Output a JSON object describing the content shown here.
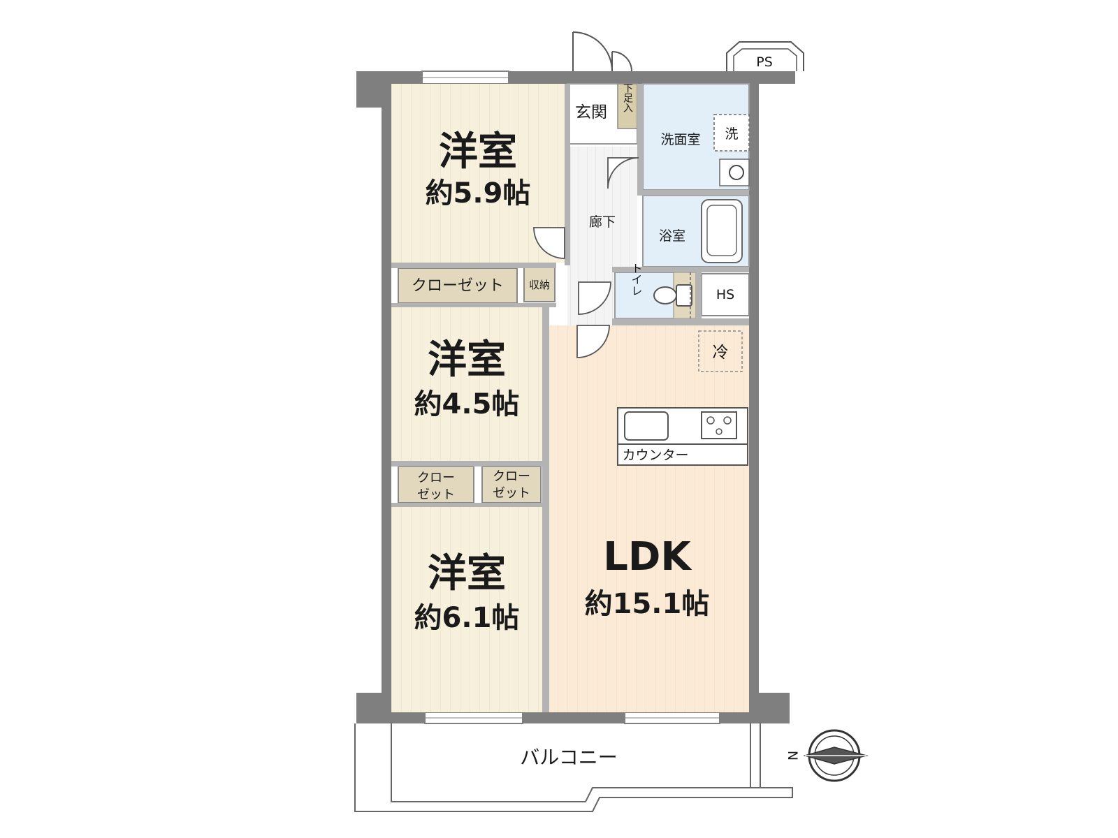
{
  "rooms": {
    "bedroom1": {
      "name": "洋室",
      "size": "約5.9帖"
    },
    "bedroom2": {
      "name": "洋室",
      "size": "約4.5帖"
    },
    "bedroom3": {
      "name": "洋室",
      "size": "約6.1帖"
    },
    "ldk": {
      "name": "LDK",
      "size": "約15.1帖"
    },
    "entrance": "玄関",
    "shoe_box": "下足入",
    "hallway": "廊下",
    "washroom": "洗面室",
    "washer": "洗",
    "bath": "浴室",
    "toilet": "トイレ",
    "hs": "HS",
    "ps": "PS",
    "fridge": "冷",
    "counter": "カウンター",
    "balcony": "バルコニー",
    "storage": "収納",
    "closet_main": "クローゼット",
    "closet_a": [
      "クロー",
      "ゼット"
    ],
    "closet_b": [
      "クロー",
      "ゼット"
    ]
  },
  "compass": {
    "north_label": "N"
  },
  "colors": {
    "wall": "#7f7f7f",
    "bedroom_floor": "#f6f0dc",
    "ldk_floor": "#faead6",
    "wet_area": "#e2eff9",
    "closet": "#e1d8bd",
    "shoe_box": "#d9ceac"
  }
}
